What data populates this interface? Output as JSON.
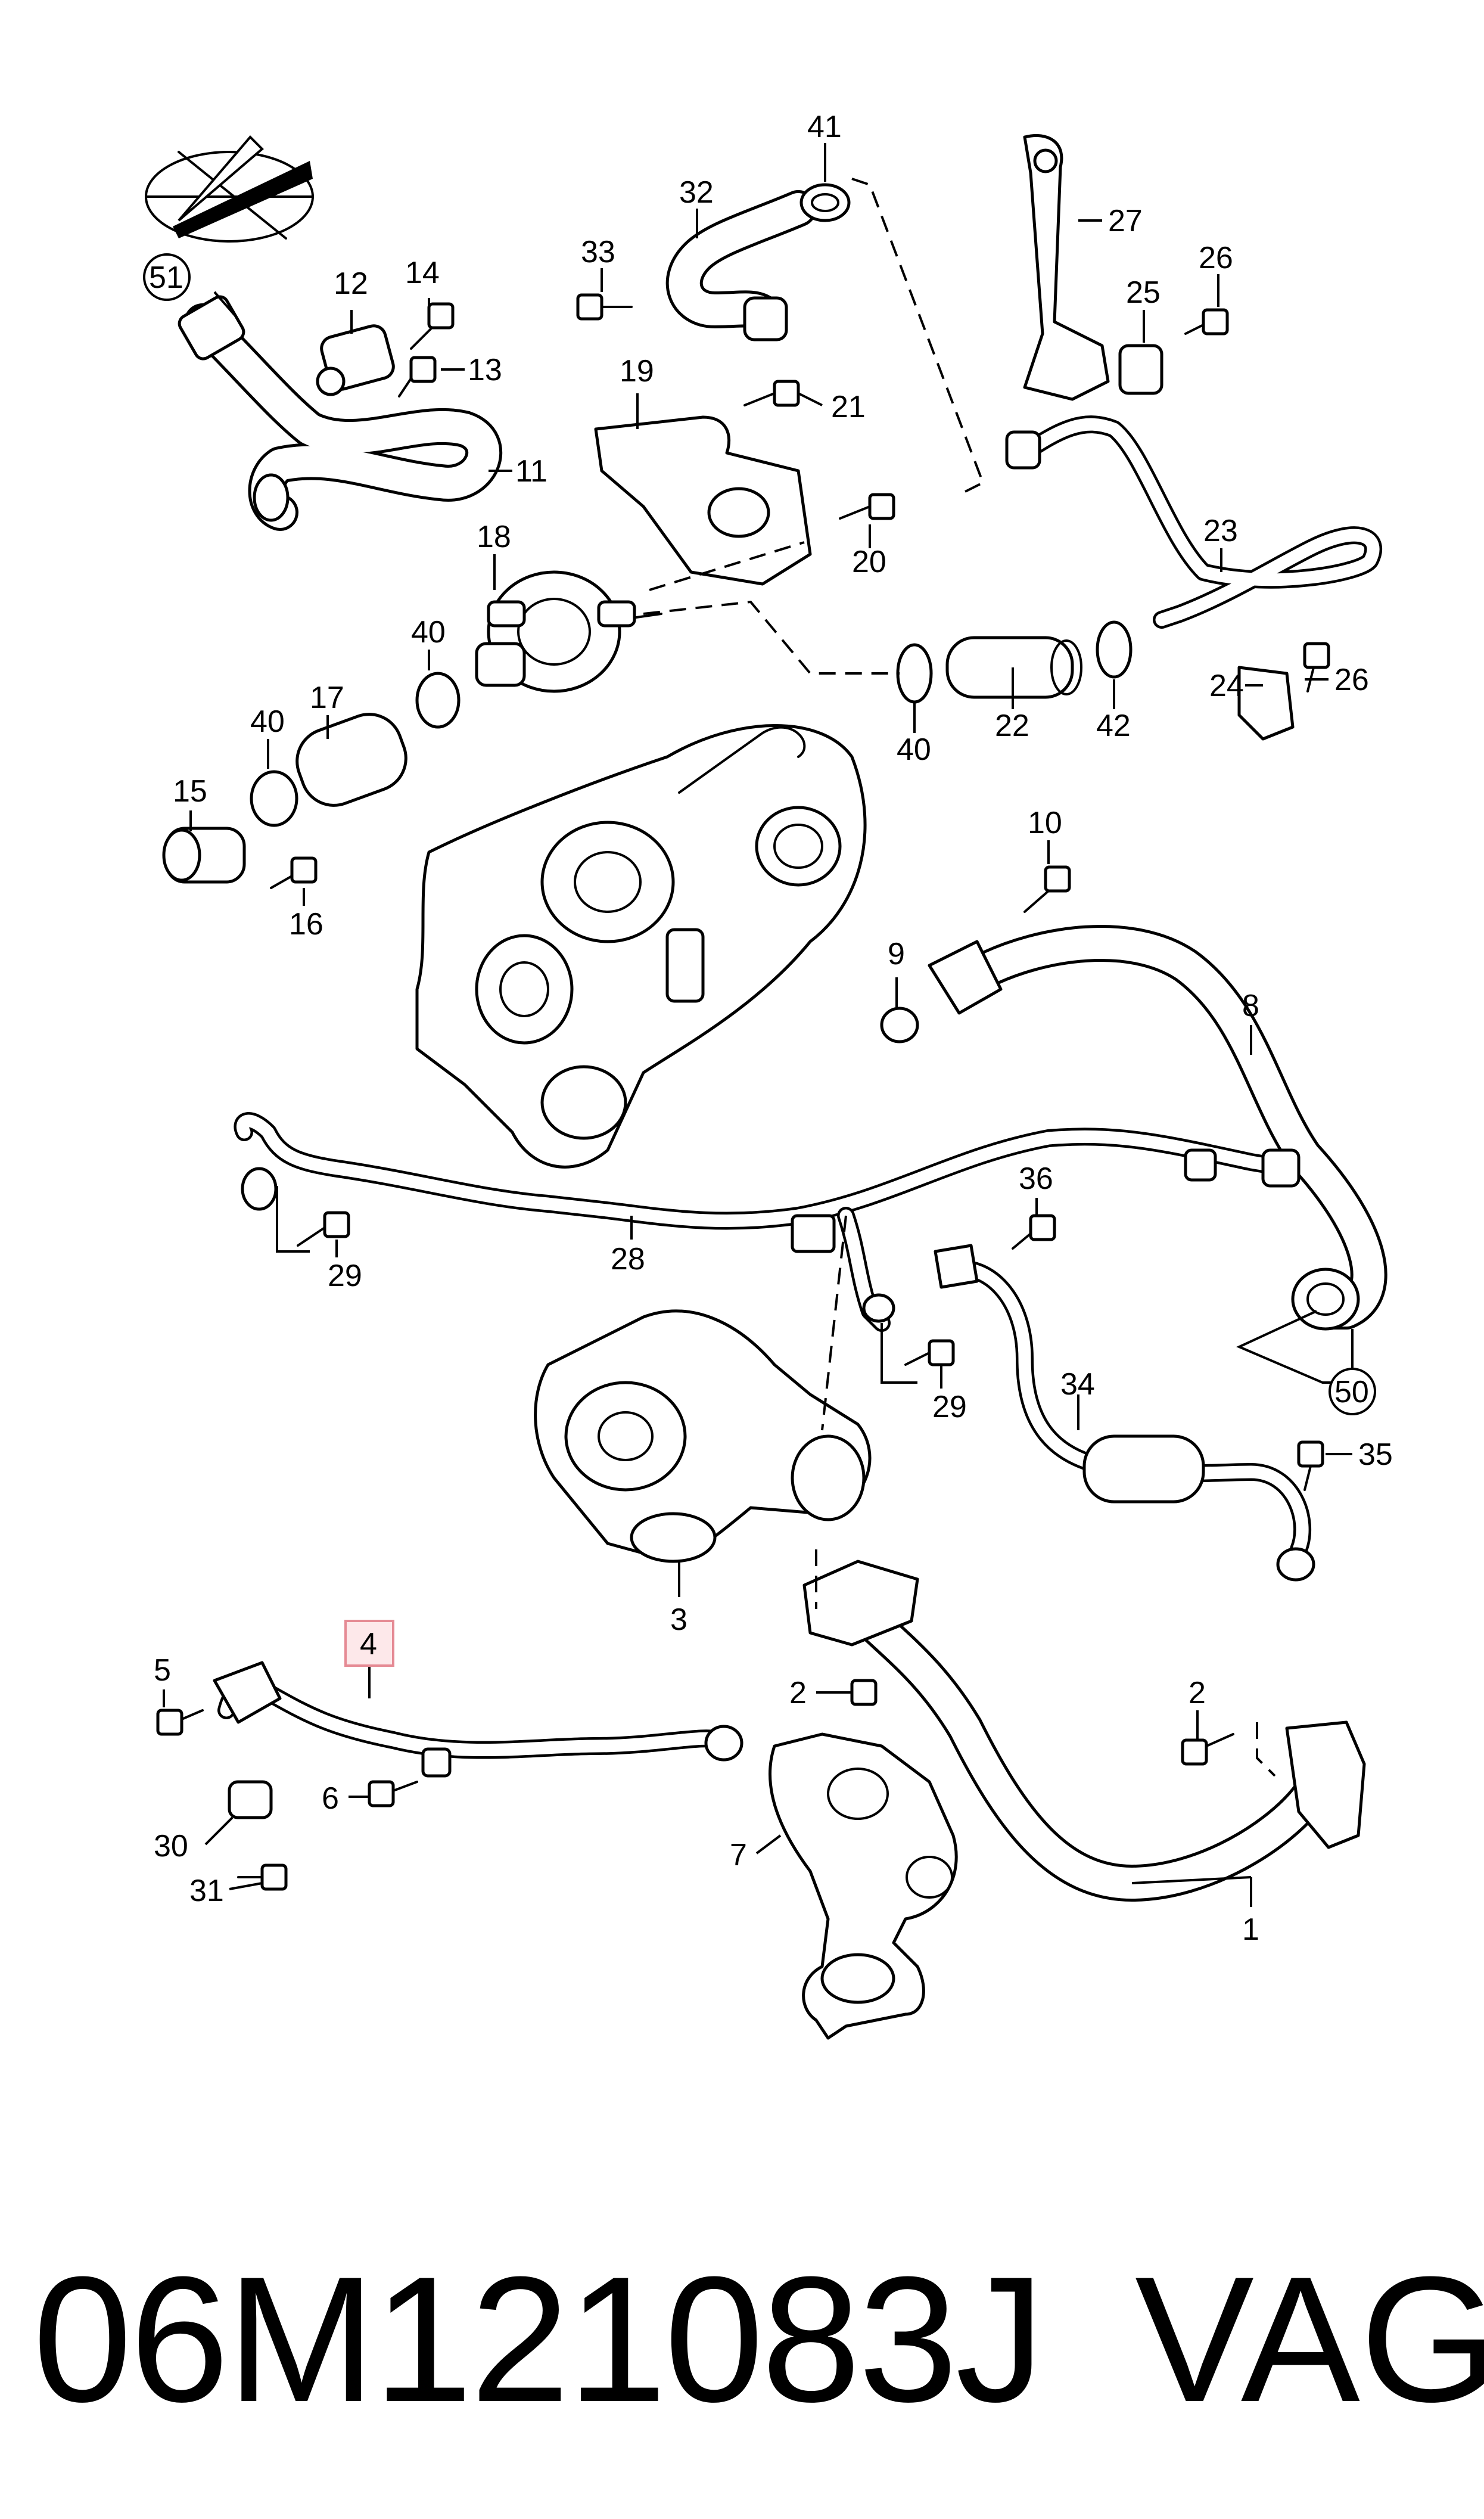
{
  "callouts": {
    "c1": "1",
    "c2a": "2",
    "c2b": "2",
    "c3": "3",
    "c4": "4",
    "c5": "5",
    "c6": "6",
    "c7": "7",
    "c8": "8",
    "c9": "9",
    "c10": "10",
    "c11": "11",
    "c12": "12",
    "c13": "13",
    "c14": "14",
    "c15": "15",
    "c16": "16",
    "c17": "17",
    "c18": "18",
    "c19": "19",
    "c20": "20",
    "c21": "21",
    "c22": "22",
    "c23": "23",
    "c24": "24",
    "c25": "25",
    "c26a": "26",
    "c26b": "26",
    "c27": "27",
    "c28": "28",
    "c29a": "29",
    "c29b": "29",
    "c30": "30",
    "c31": "31",
    "c32": "32",
    "c33": "33",
    "c34": "34",
    "c35": "35",
    "c36": "36",
    "c40a": "40",
    "c40b": "40",
    "c40c": "40",
    "c41": "41",
    "c42": "42",
    "c50": "50",
    "c51": "51"
  },
  "highlighted_callout": "4",
  "colors": {
    "highlight_fill": "#fde8ea",
    "highlight_stroke": "#e58a94",
    "line": "#000000"
  },
  "footer": {
    "part_number": "06M121083J",
    "brand": "VAG"
  }
}
